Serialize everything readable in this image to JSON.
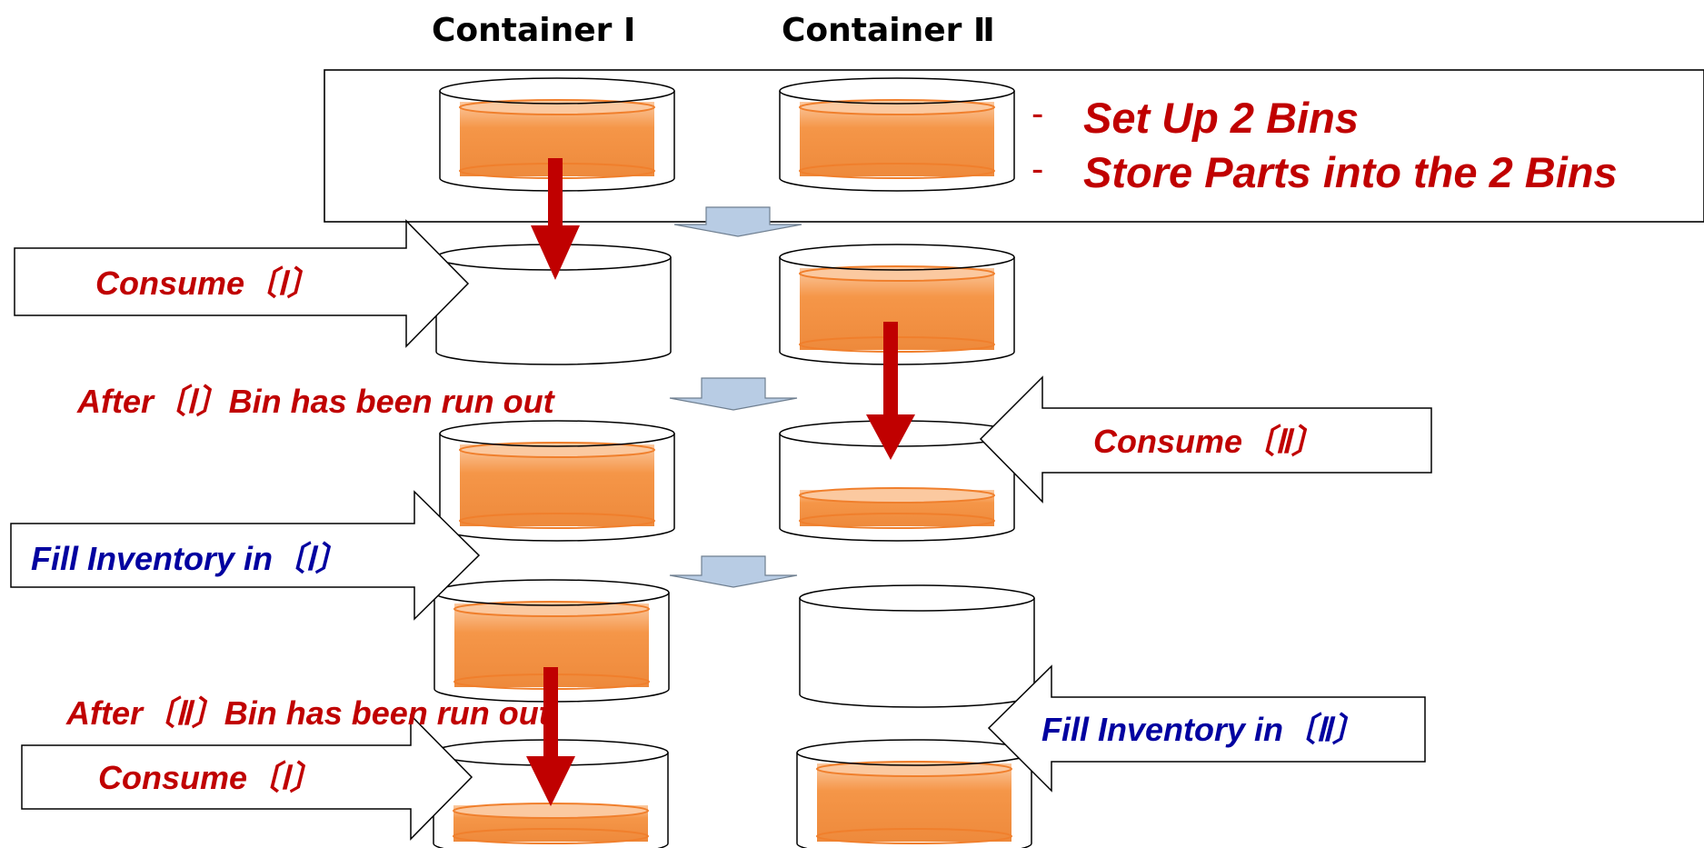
{
  "headers": {
    "container_1": "Container Ⅰ",
    "container_2": "Container Ⅱ"
  },
  "setup_notes": {
    "dash": "-",
    "line_1": "Set Up 2 Bins",
    "line_2": "Store Parts into the 2 Bins"
  },
  "labels": {
    "consume_1_top": "Consume〔Ⅰ〕",
    "after_1_run_out": "After〔Ⅰ〕Bin has been run out",
    "consume_2": "Consume〔Ⅱ〕",
    "fill_1": "Fill Inventory in〔Ⅰ〕",
    "after_2_run_out": "After〔Ⅱ〕Bin has been run out",
    "fill_2": "Fill Inventory in〔Ⅱ〕",
    "consume_1_bottom": "Consume〔Ⅰ〕"
  },
  "bins": {
    "stage_1": {
      "container_1": 1.0,
      "container_2": 1.0
    },
    "stage_2": {
      "container_1": 0.0,
      "container_2": 1.0
    },
    "stage_3": {
      "container_1": 1.0,
      "container_2": 0.3
    },
    "stage_4": {
      "container_1": 1.0,
      "container_2": 0.0
    },
    "stage_5": {
      "container_1": 0.3,
      "container_2": 1.0
    }
  },
  "colors": {
    "accent_red": "#c00000",
    "label_blue": "#0000a0",
    "parts_orange": "#f59648",
    "step_arrow": "#b8cce4"
  }
}
